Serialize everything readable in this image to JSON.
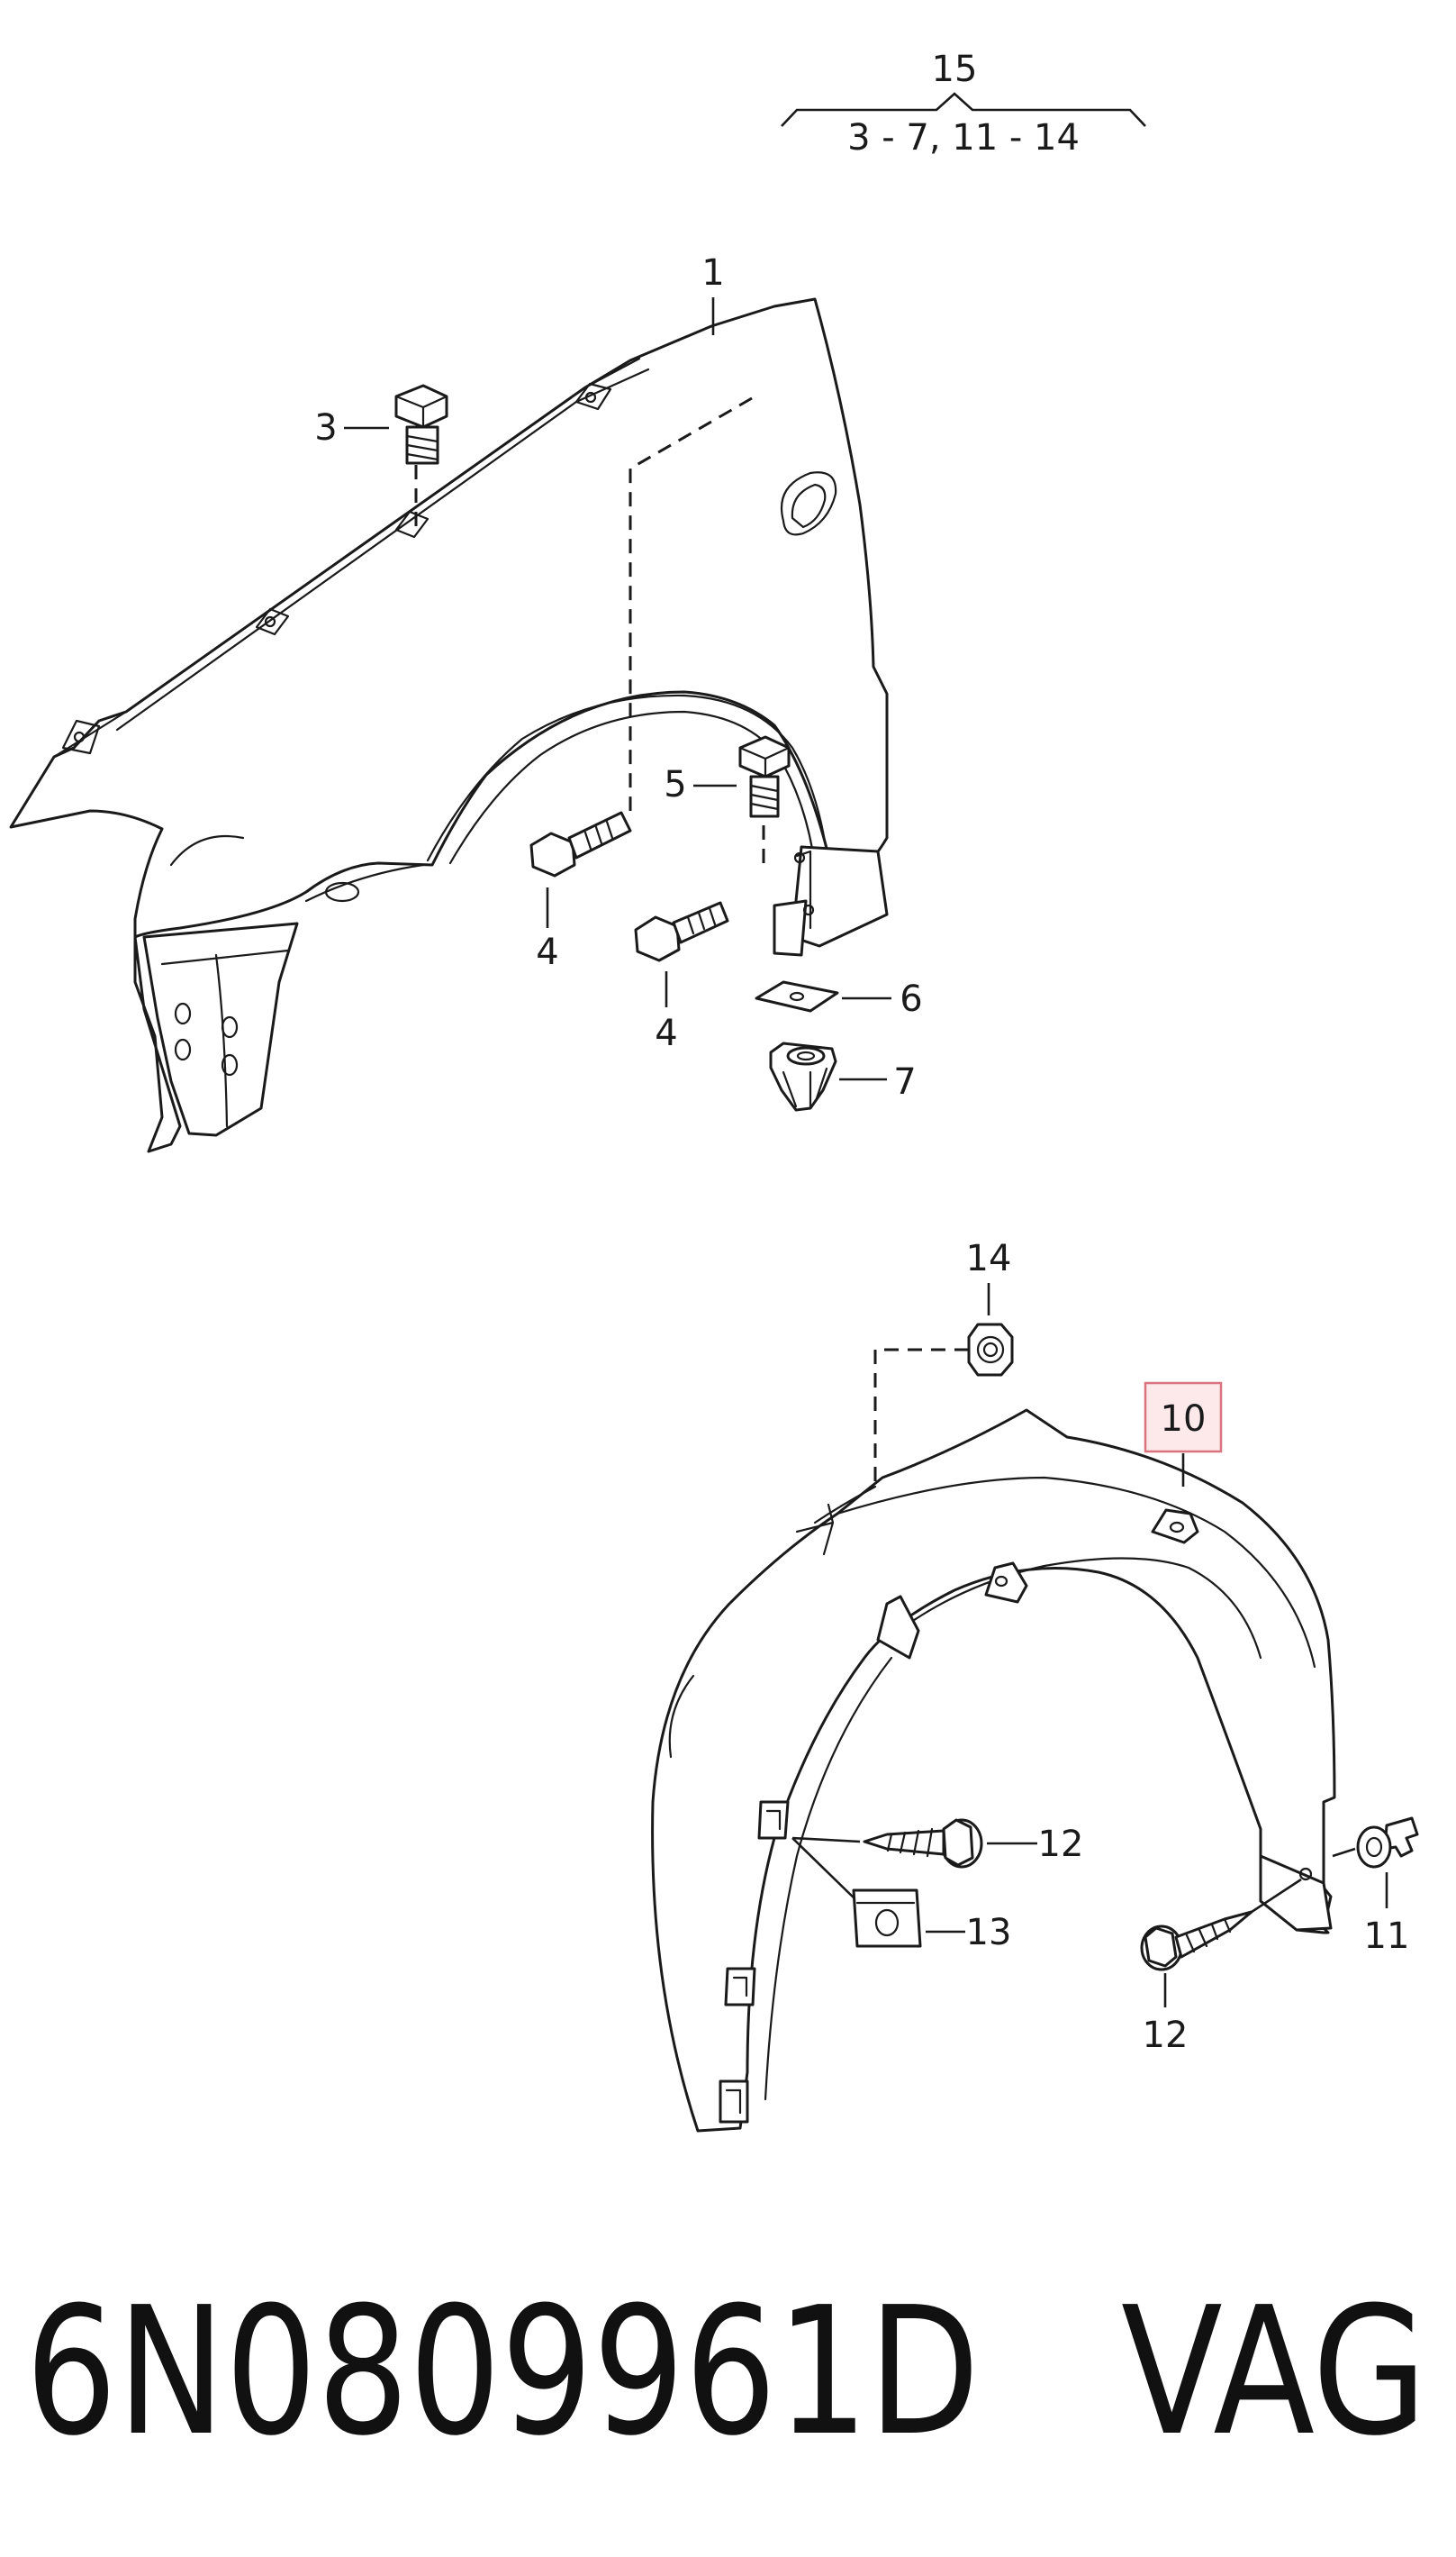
{
  "callouts": {
    "c15": "15",
    "c15_range": "3 - 7,    11 - 14",
    "c1": "1",
    "c3": "3",
    "c5": "5",
    "c4a": "4",
    "c4b": "4",
    "c6": "6",
    "c7": "7",
    "c14": "14",
    "c10": "10",
    "c12a": "12",
    "c13": "13",
    "c11": "11",
    "c12b": "12"
  },
  "highlight": {
    "part": "10",
    "fill_color": "#fde8ea",
    "border_color": "#d9737f"
  },
  "footer": {
    "part_number": "6N0809961D",
    "brand": "VAG"
  }
}
